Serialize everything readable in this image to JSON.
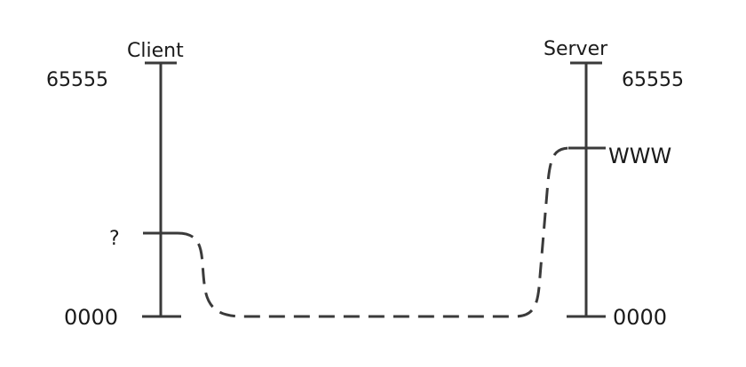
{
  "client": {
    "title": "Client",
    "top_label": "65555",
    "mid_label": "?",
    "bottom_label": "0000"
  },
  "server": {
    "title": "Server",
    "top_label": "65555",
    "mid_label": "WWW",
    "bottom_label": "0000"
  },
  "colors": {
    "line": "#3a3a3a",
    "text": "#1a1a1a"
  }
}
